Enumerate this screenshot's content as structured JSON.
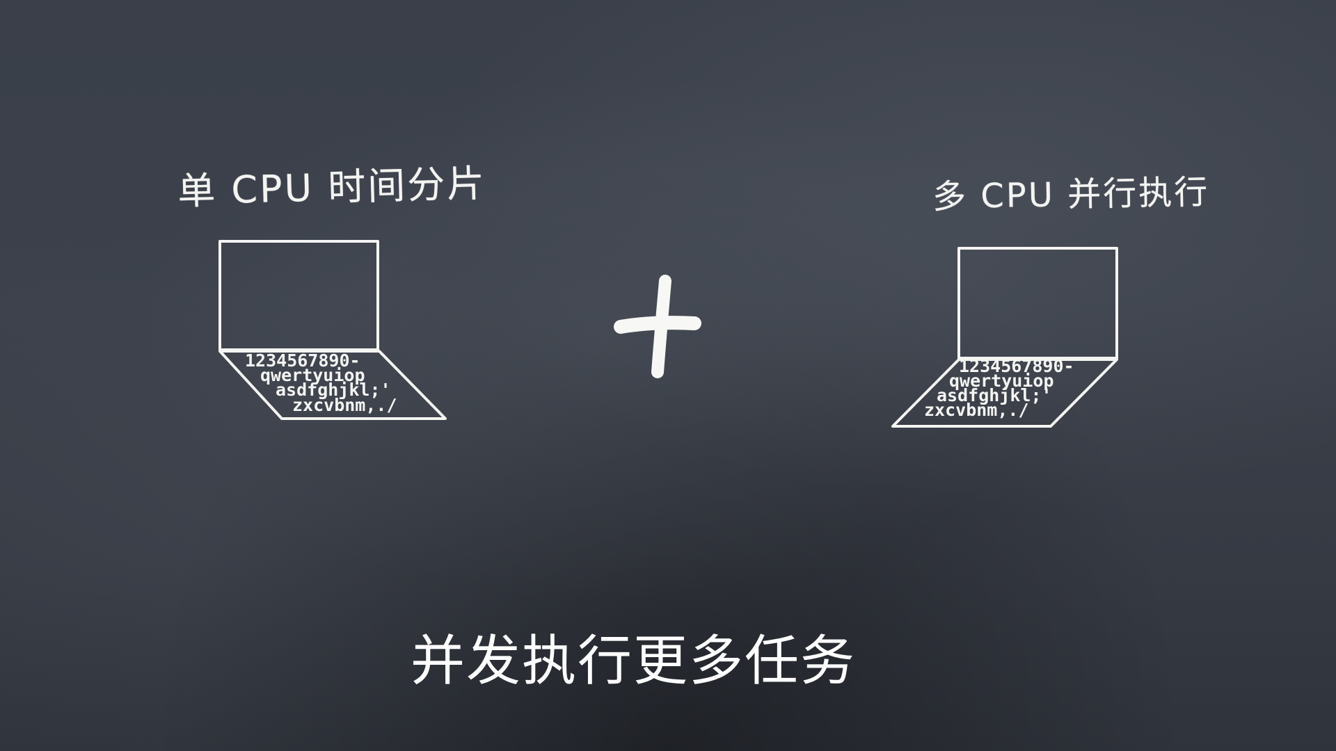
{
  "slide": {
    "left_label": "单 CPU 时间分片",
    "right_label": "多 CPU 并行执行",
    "caption": "并发执行更多任务",
    "operator": "+"
  },
  "keyboard_rows": [
    "1234567890-",
    "qwertyuiop",
    "asdfghjkl;'",
    "zxcvbnm,./"
  ],
  "icons": {
    "left": "laptop-icon",
    "center": "plus-icon",
    "right": "laptop-icon"
  },
  "colors": {
    "background": "#3a3f49",
    "chalk": "#f4f4f2"
  }
}
